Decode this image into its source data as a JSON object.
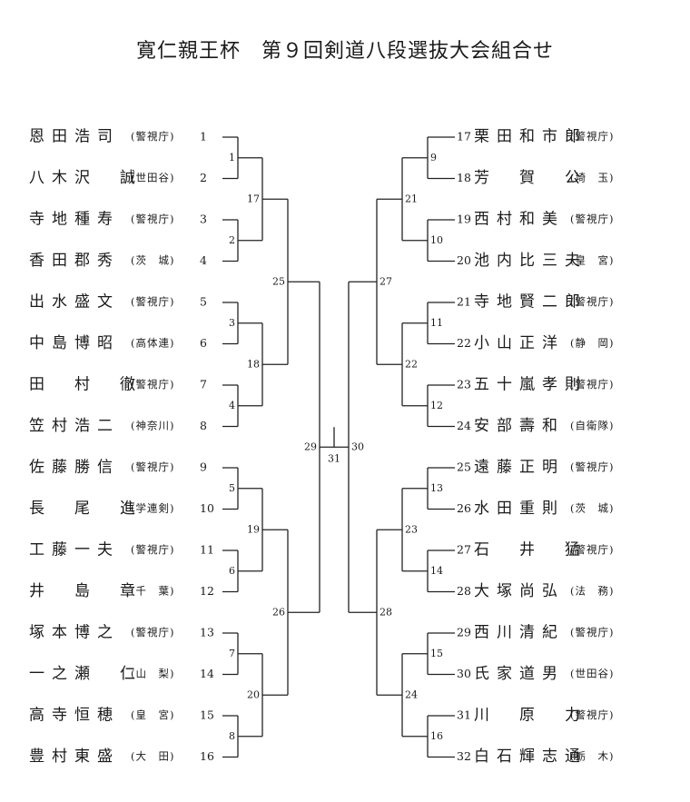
{
  "title": "寛仁親王杯　第９回剣道八段選抜大会組合せ",
  "left_players": [
    {
      "seed": "1",
      "name": "恩田浩司",
      "affiliation": "(警視庁)"
    },
    {
      "seed": "2",
      "name": "八木沢　誠",
      "affiliation": "(世田谷)"
    },
    {
      "seed": "3",
      "name": "寺地種寿",
      "affiliation": "(警視庁)"
    },
    {
      "seed": "4",
      "name": "香田郡秀",
      "affiliation": "(茨　城)"
    },
    {
      "seed": "5",
      "name": "出水盛文",
      "affiliation": "(警視庁)"
    },
    {
      "seed": "6",
      "name": "中島博昭",
      "affiliation": "(高体連)"
    },
    {
      "seed": "7",
      "name": "田　村　徹",
      "affiliation": "(警視庁)"
    },
    {
      "seed": "8",
      "name": "笠村浩二",
      "affiliation": "(神奈川)"
    },
    {
      "seed": "9",
      "name": "佐藤勝信",
      "affiliation": "(警視庁)"
    },
    {
      "seed": "10",
      "name": "長　尾　進",
      "affiliation": "(学連剣)"
    },
    {
      "seed": "11",
      "name": "工藤一夫",
      "affiliation": "(警視庁)"
    },
    {
      "seed": "12",
      "name": "井　島　章",
      "affiliation": "(千　葉)"
    },
    {
      "seed": "13",
      "name": "塚本博之",
      "affiliation": "(警視庁)"
    },
    {
      "seed": "14",
      "name": "一之瀬　仁",
      "affiliation": "(山　梨)"
    },
    {
      "seed": "15",
      "name": "高寺恒穂",
      "affiliation": "(皇　宮)"
    },
    {
      "seed": "16",
      "name": "豊村東盛",
      "affiliation": "(大　田)"
    }
  ],
  "right_players": [
    {
      "seed": "17",
      "name": "栗田和市郎",
      "affiliation": "(警視庁)"
    },
    {
      "seed": "18",
      "name": "芳　賀　公",
      "affiliation": "(埼　玉)"
    },
    {
      "seed": "19",
      "name": "西村和美",
      "affiliation": "(警視庁)"
    },
    {
      "seed": "20",
      "name": "池内比三夫",
      "affiliation": "(皇　宮)"
    },
    {
      "seed": "21",
      "name": "寺地賢二郎",
      "affiliation": "(警視庁)"
    },
    {
      "seed": "22",
      "name": "小山正洋",
      "affiliation": "(静　岡)"
    },
    {
      "seed": "23",
      "name": "五十嵐孝則",
      "affiliation": "(警視庁)"
    },
    {
      "seed": "24",
      "name": "安部壽和",
      "affiliation": "(自衛隊)"
    },
    {
      "seed": "25",
      "name": "遠藤正明",
      "affiliation": "(警視庁)"
    },
    {
      "seed": "26",
      "name": "水田重則",
      "affiliation": "(茨　城)"
    },
    {
      "seed": "27",
      "name": "石　井　猛",
      "affiliation": "(警視庁)"
    },
    {
      "seed": "28",
      "name": "大塚尚弘",
      "affiliation": "(法　務)"
    },
    {
      "seed": "29",
      "name": "西川清紀",
      "affiliation": "(警視庁)"
    },
    {
      "seed": "30",
      "name": "氏家道男",
      "affiliation": "(世田谷)"
    },
    {
      "seed": "31",
      "name": "川　原　力",
      "affiliation": "(警視庁)"
    },
    {
      "seed": "32",
      "name": "白石輝志通",
      "affiliation": "(栃　木)"
    }
  ],
  "match_numbers": {
    "left_round1": [
      "1",
      "2",
      "3",
      "4",
      "5",
      "6",
      "7",
      "8"
    ],
    "left_round2": [
      "17",
      "18",
      "19",
      "20"
    ],
    "left_round3": [
      "25",
      "26"
    ],
    "left_semi": "29",
    "right_round1": [
      "9",
      "10",
      "11",
      "12",
      "13",
      "14",
      "15",
      "16"
    ],
    "right_round2": [
      "21",
      "22",
      "23",
      "24"
    ],
    "right_round3": [
      "27",
      "28"
    ],
    "right_semi": "30",
    "final": "31"
  }
}
